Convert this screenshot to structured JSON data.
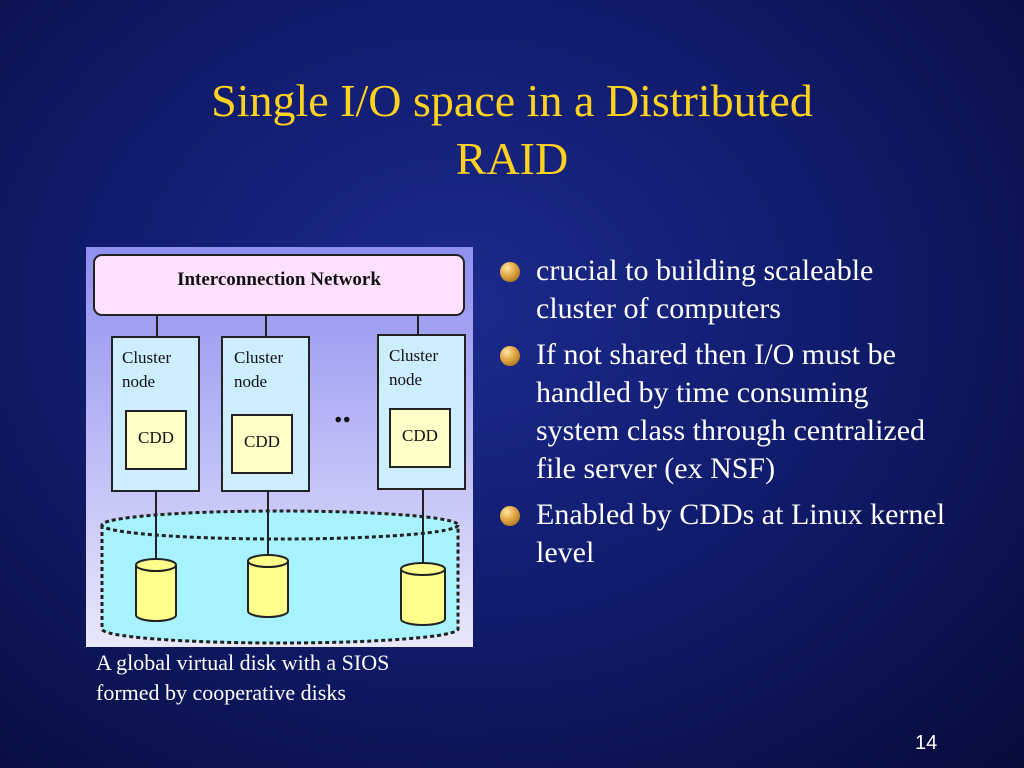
{
  "title": {
    "line1": "Single I/O space in a Distributed",
    "line2": "RAID"
  },
  "diagram": {
    "network_label": "Interconnection Network",
    "nodes": [
      {
        "label_line1": "Cluster",
        "label_line2": "node",
        "cdd": "CDD"
      },
      {
        "label_line1": "Cluster",
        "label_line2": "node",
        "cdd": "CDD"
      },
      {
        "label_line1": "Cluster",
        "label_line2": "node",
        "cdd": "CDD"
      }
    ],
    "ellipsis": "..",
    "colors": {
      "network_fill": "#ffe1ff",
      "node_fill": "#cdeeff",
      "cdd_fill": "#ffffc8",
      "disk_pool_fill": "#a8f2ff",
      "disk_fill": "#ffff8c"
    }
  },
  "caption": {
    "line1": "A global virtual disk with a SIOS",
    "line2": "formed by cooperative disks"
  },
  "bullets": [
    "crucial to building scaleable cluster of computers",
    "If not shared then I/O must be handled by time consuming system class through centralized file server (ex NSF)",
    "Enabled by CDDs at Linux kernel level"
  ],
  "page_number": "14"
}
